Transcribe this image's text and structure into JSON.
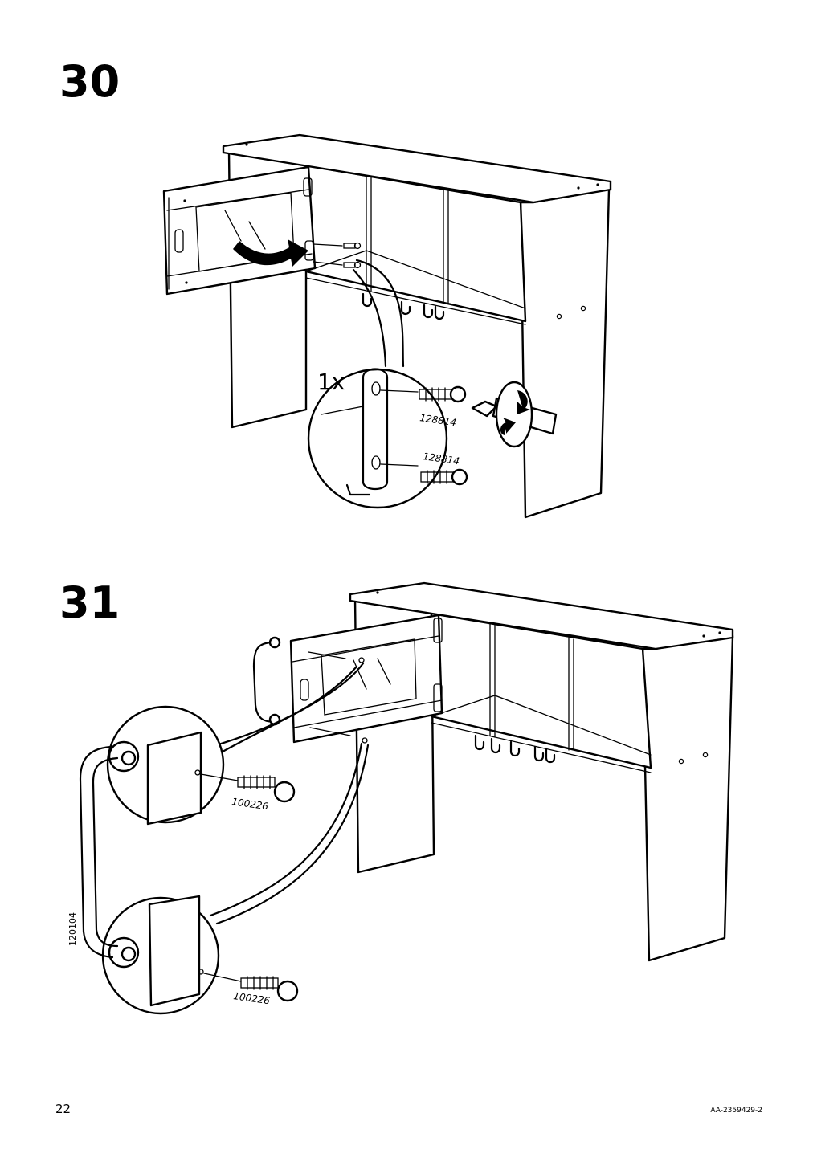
{
  "steps": [
    {
      "number": "30",
      "quantity": "1x",
      "parts": [
        "128814",
        "128814"
      ]
    },
    {
      "number": "31",
      "parts": [
        "100226",
        "100226"
      ]
    }
  ],
  "side_code": "120104",
  "page_number": "22",
  "doc_code": "AA-2359429-2"
}
